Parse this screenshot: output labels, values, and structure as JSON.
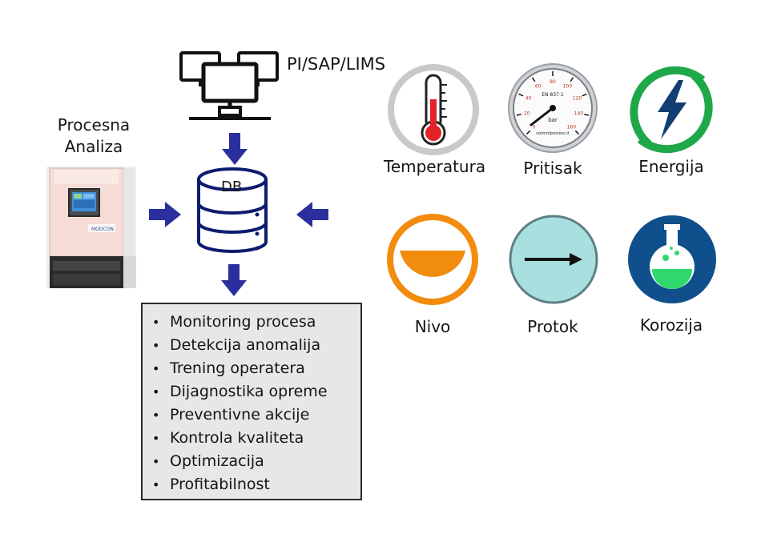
{
  "source": {
    "label": "PI/SAP/LIMS"
  },
  "analysis": {
    "label_line1": "Procesna",
    "label_line2": "Analiza",
    "device_brand": "MODCON"
  },
  "database": {
    "label": "DB"
  },
  "benefits": {
    "items": [
      "Monitoring procesa",
      "Detekcija anomalija",
      "Trening operatera",
      "Dijagnostika opreme",
      "Preventivne akcije",
      "Kontrola kvaliteta",
      "Optimizacija",
      "Profitabilnost"
    ]
  },
  "measurements": [
    {
      "label": "Temperatura",
      "icon": "thermometer-icon"
    },
    {
      "label": "Pritisak",
      "icon": "pressure-gauge-icon"
    },
    {
      "label": "Energija",
      "icon": "lightning-icon"
    },
    {
      "label": "Nivo",
      "icon": "level-icon"
    },
    {
      "label": "Protok",
      "icon": "flow-arrow-icon"
    },
    {
      "label": "Korozija",
      "icon": "flask-icon"
    }
  ],
  "gauge": {
    "unit": "bar",
    "model": "EN 837-1",
    "brand": "controlprocess.it",
    "ticks": [
      "0",
      "20",
      "40",
      "60",
      "80",
      "100",
      "120",
      "140",
      "160"
    ]
  },
  "colors": {
    "arrow": "#2b2f9e",
    "db_stroke": "#0d1c6e",
    "thermo_ring": "#c9c9c9",
    "thermo_red": "#e2232a",
    "energy_green": "#1fa84a",
    "energy_bolt": "#123f73",
    "level_orange": "#f28c0f",
    "flow_fill": "#a8e0e0",
    "flow_ring": "#5f7f85",
    "corrosion_blue": "#0f4f8c",
    "corrosion_liquid": "#2fd86a"
  }
}
